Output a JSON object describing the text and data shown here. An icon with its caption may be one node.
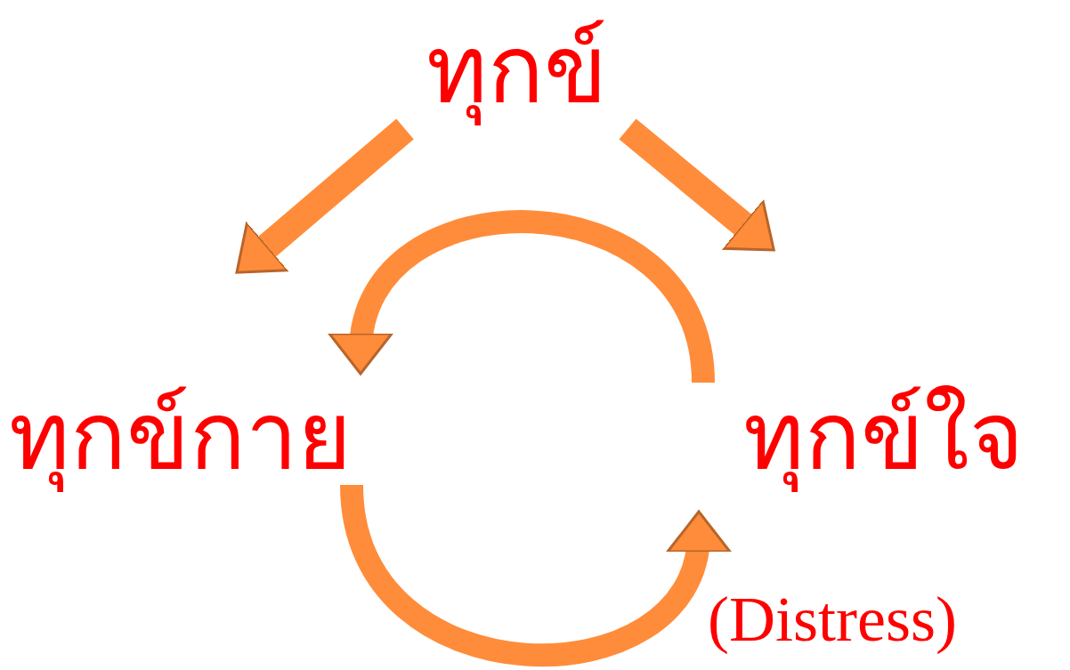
{
  "diagram": {
    "nodes": [
      {
        "text": [
          "ทุกข์"
        ]
      },
      {
        "text": [
          "ทุกข์กาย"
        ]
      },
      {
        "text": [
          "ทุกข์ใจ"
        ],
        "beside": [
          "(Distress)"
        ]
      }
    ],
    "edges": [
      {
        "from": 0,
        "to": 1,
        "arrow": "to"
      },
      {
        "from": 0,
        "to": 2,
        "arrow": "to"
      },
      {
        "from": 2,
        "to": 1,
        "arrow": "to"
      },
      {
        "from": 1,
        "to": 2,
        "arrow": "to"
      }
    ]
  }
}
